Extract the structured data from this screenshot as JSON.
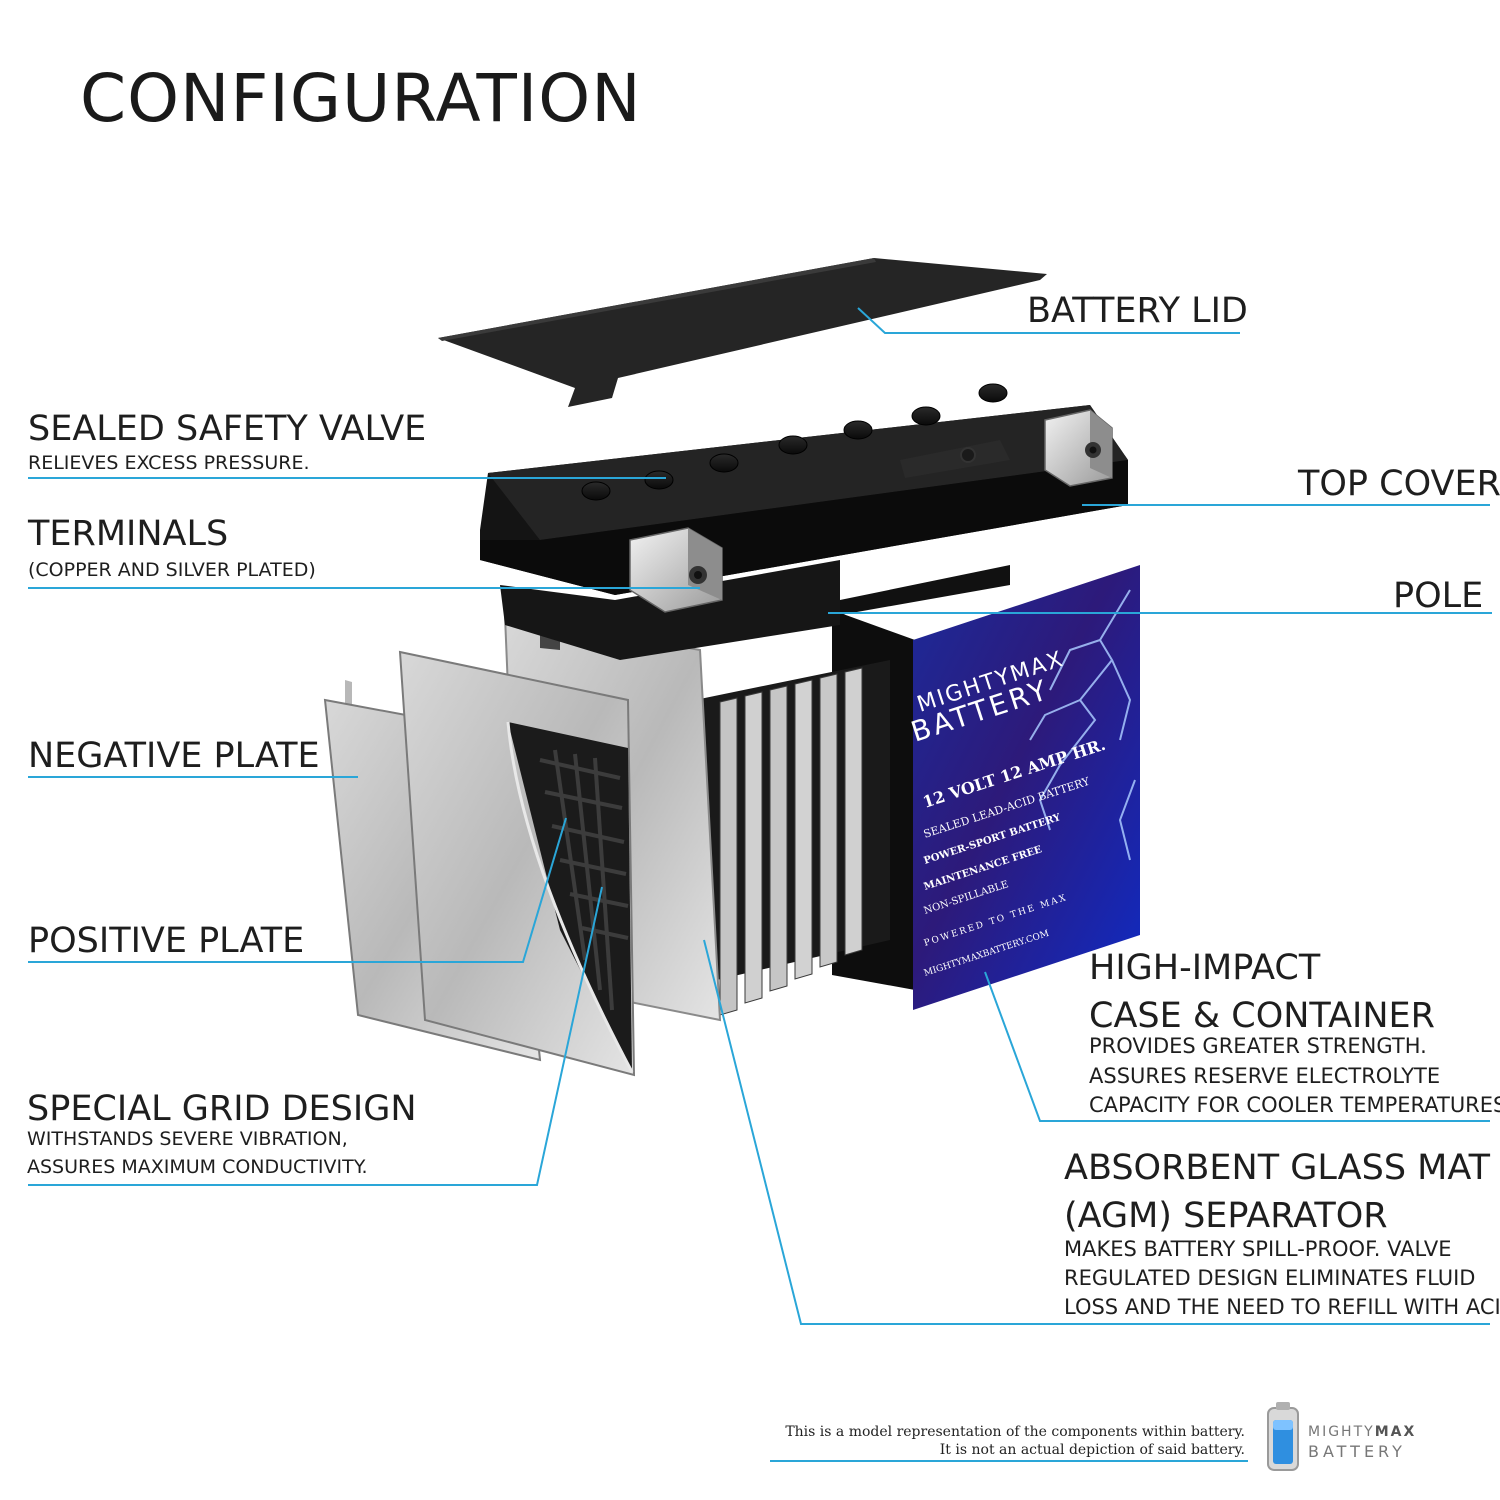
{
  "title": "CONFIGURATION",
  "accent_color": "#2aa6d8",
  "components": {
    "battery_lid": {
      "title": "BATTERY LID"
    },
    "sealed_safety_valve": {
      "title": "SEALED SAFETY VALVE",
      "desc": "RELIEVES EXCESS PRESSURE."
    },
    "top_cover": {
      "title": "TOP COVER"
    },
    "terminals": {
      "title": "TERMINALS",
      "desc": "(COPPER AND SILVER PLATED)"
    },
    "pole": {
      "title": "POLE"
    },
    "negative_plate": {
      "title": "NEGATIVE PLATE"
    },
    "positive_plate": {
      "title": "POSITIVE PLATE"
    },
    "high_impact_case": {
      "title_line1": "HIGH-IMPACT",
      "title_line2": "CASE & CONTAINER",
      "desc_lines": [
        "PROVIDES GREATER STRENGTH.",
        "ASSURES RESERVE ELECTROLYTE",
        "CAPACITY FOR COOLER TEMPERATURES."
      ]
    },
    "special_grid_design": {
      "title": "SPECIAL GRID DESIGN",
      "desc_lines": [
        "WITHSTANDS SEVERE VIBRATION,",
        "ASSURES MAXIMUM CONDUCTIVITY."
      ]
    },
    "agm_separator": {
      "title_line1": "ABSORBENT GLASS MAT",
      "title_line2": "(AGM) SEPARATOR",
      "desc_lines": [
        "MAKES BATTERY SPILL-PROOF. VALVE",
        "REGULATED DESIGN ELIMINATES FLUID",
        "LOSS AND THE NEED TO REFILL WITH ACID."
      ]
    }
  },
  "battery_label": {
    "brand_line1": "MIGHTYMAX",
    "brand_line2": "BATTERY",
    "spec": "12 VOLT 12 AMP HR.",
    "lines": [
      "SEALED LEAD-ACID BATTERY",
      "POWER-SPORT BATTERY",
      "MAINTENANCE FREE",
      "NON-SPILLABLE",
      "POWERED TO THE MAX",
      "MIGHTYMAXBATTERY.COM"
    ]
  },
  "footer": {
    "note_line1": "This is a model representation of the components within battery.",
    "note_line2": "It is not an actual depiction of said battery.",
    "logo_word1_light": "MIGHTY",
    "logo_word1_bold": "MAX",
    "logo_word2": "BATTERY"
  }
}
